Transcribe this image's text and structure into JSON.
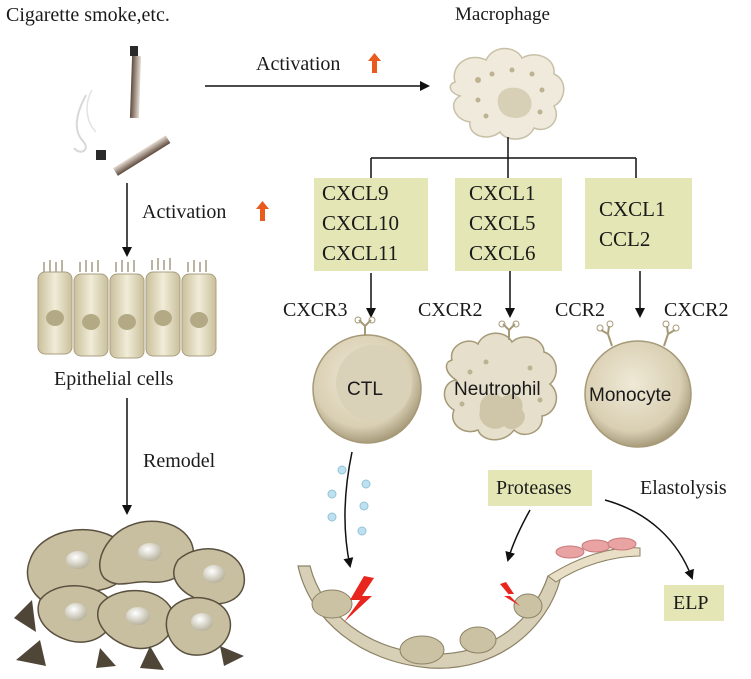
{
  "source": {
    "label": "Cigarette smoke,etc."
  },
  "macrophage": {
    "label": "Macrophage"
  },
  "activation_right": {
    "label": "Activation"
  },
  "activation_down": {
    "label": "Activation"
  },
  "epithelial": {
    "label": "Epithelial cells"
  },
  "remodel": {
    "label": "Remodel"
  },
  "chemokine_boxes": [
    {
      "lines": [
        "CXCL9",
        "CXCL10",
        "CXCL11"
      ]
    },
    {
      "lines": [
        "CXCL1",
        "CXCL5",
        "CXCL6"
      ]
    },
    {
      "lines": [
        "CXCL1",
        "CCL2"
      ]
    }
  ],
  "receptors": {
    "cxcr3": "CXCR3",
    "cxcr2_neutrophil": "CXCR2",
    "ccr2": "CCR2",
    "cxcr2_monocyte": "CXCR2"
  },
  "cells": {
    "ctl": "CTL",
    "neutrophil": "Neutrophil",
    "monocyte": "Monocyte"
  },
  "proteases": {
    "label": "Proteases"
  },
  "elastolysis": {
    "label": "Elastolysis"
  },
  "elp": {
    "label": "ELP"
  },
  "colors": {
    "box_fill": "#e4e7b5",
    "arrow": "#111111",
    "up_arrow": "#e85a1e",
    "damage_bolt": "#e8261e",
    "cell_fill": "#e6dfc8",
    "cell_dark": "#b9ad8c"
  }
}
